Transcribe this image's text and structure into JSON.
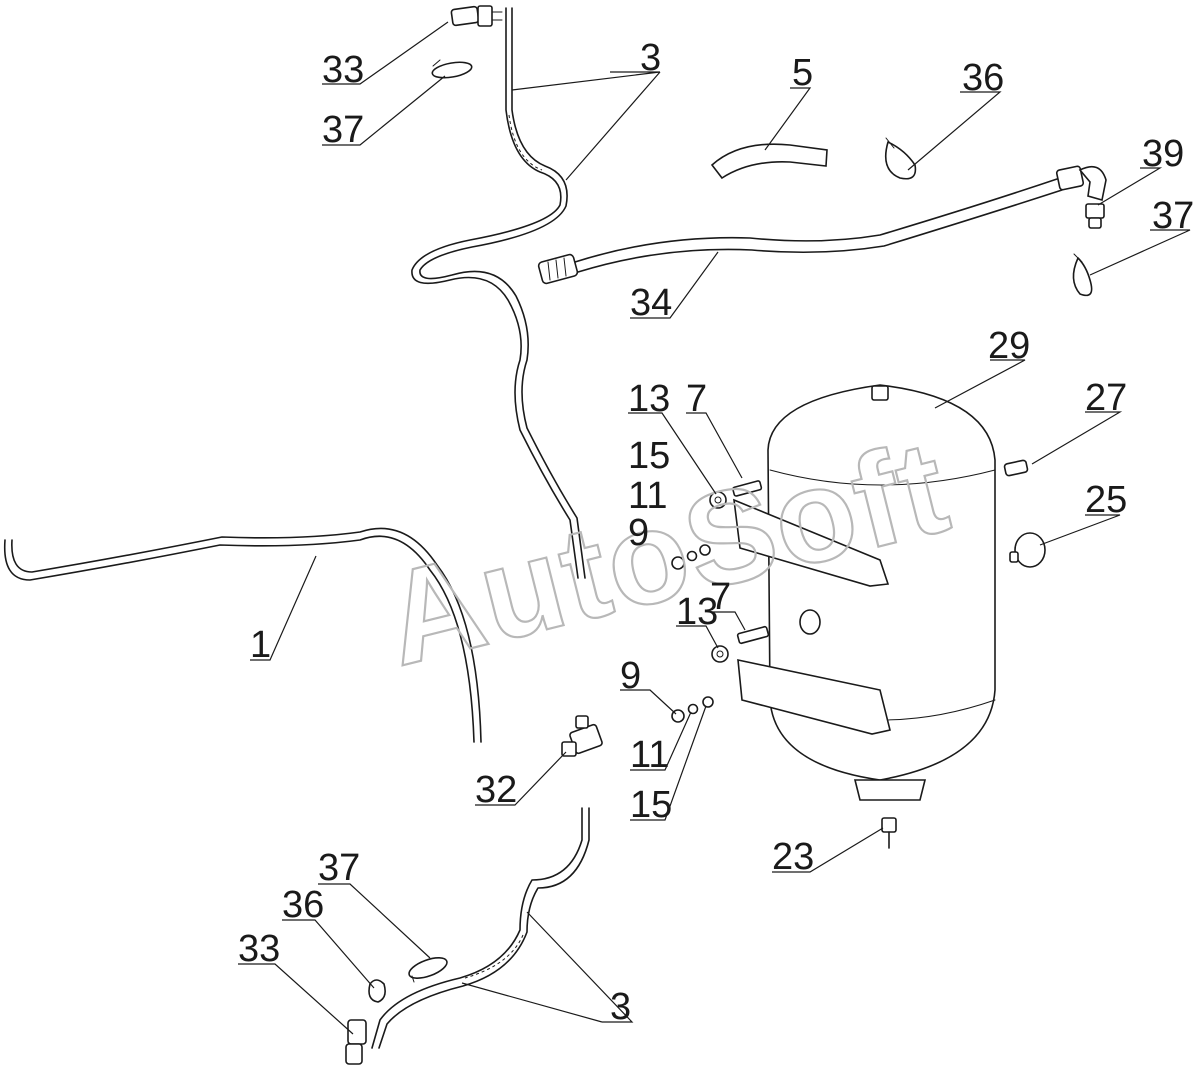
{
  "watermark": "AutoSoft",
  "callouts": [
    {
      "id": "c-33-top",
      "label": "33"
    },
    {
      "id": "c-37-top",
      "label": "37"
    },
    {
      "id": "c-3-top",
      "label": "3"
    },
    {
      "id": "c-5",
      "label": "5"
    },
    {
      "id": "c-36-top",
      "label": "36"
    },
    {
      "id": "c-39",
      "label": "39"
    },
    {
      "id": "c-37-right",
      "label": "37"
    },
    {
      "id": "c-34",
      "label": "34"
    },
    {
      "id": "c-29",
      "label": "29"
    },
    {
      "id": "c-13-top",
      "label": "13"
    },
    {
      "id": "c-7-top",
      "label": "7"
    },
    {
      "id": "c-27",
      "label": "27"
    },
    {
      "id": "c-15-top",
      "label": "15"
    },
    {
      "id": "c-11-top",
      "label": "11"
    },
    {
      "id": "c-9-top",
      "label": "9"
    },
    {
      "id": "c-25",
      "label": "25"
    },
    {
      "id": "c-1",
      "label": "1"
    },
    {
      "id": "c-7-mid",
      "label": "7"
    },
    {
      "id": "c-13-mid",
      "label": "13"
    },
    {
      "id": "c-9-mid",
      "label": "9"
    },
    {
      "id": "c-11-mid",
      "label": "11"
    },
    {
      "id": "c-15-mid",
      "label": "15"
    },
    {
      "id": "c-32",
      "label": "32"
    },
    {
      "id": "c-23",
      "label": "23"
    },
    {
      "id": "c-37-bottom",
      "label": "37"
    },
    {
      "id": "c-36-bottom",
      "label": "36"
    },
    {
      "id": "c-33-bottom",
      "label": "33"
    },
    {
      "id": "c-3-bottom",
      "label": "3"
    }
  ]
}
